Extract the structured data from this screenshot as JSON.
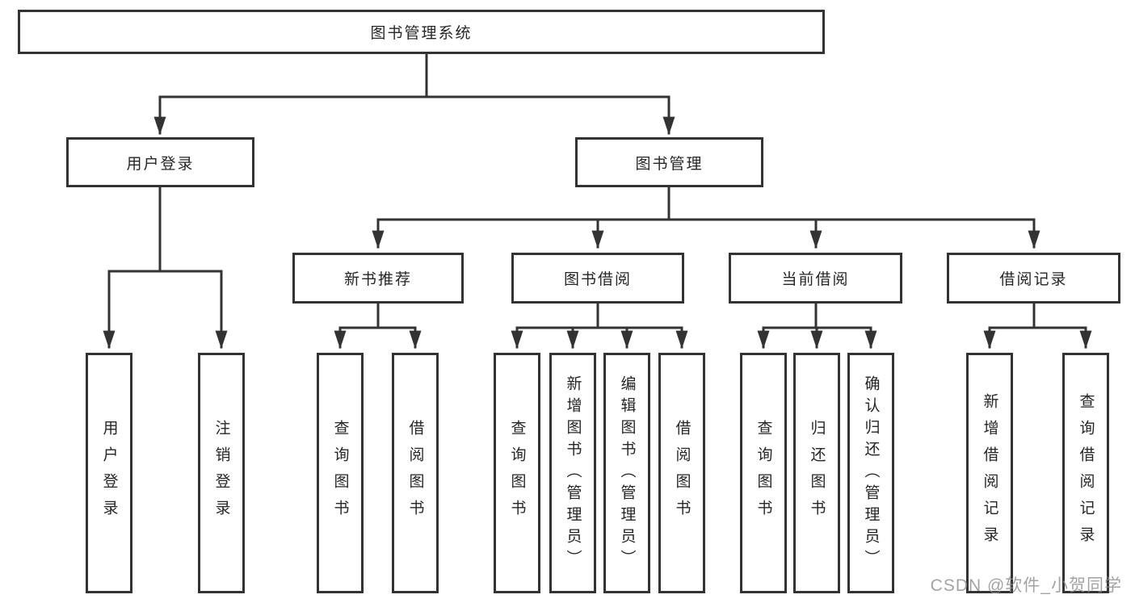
{
  "colors": {
    "background": "#ffffff",
    "line": "#333333",
    "box_border": "#333333",
    "text": "#262626",
    "watermark": "#8c8c8c"
  },
  "diagram": {
    "root": {
      "label": "图书管理系统"
    },
    "level2": [
      {
        "label": "用户登录"
      },
      {
        "label": "图书管理"
      }
    ],
    "level3": [
      {
        "label": "新书推荐"
      },
      {
        "label": "图书借阅"
      },
      {
        "label": "当前借阅"
      },
      {
        "label": "借阅记录"
      }
    ],
    "leaves": {
      "user_login": [
        "用户登录",
        "注销登录"
      ],
      "new_book_recommendation": [
        "查询图书",
        "借阅图书"
      ],
      "book_borrowing": [
        "查询图书",
        "新增图书（管理员）",
        "编辑图书（管理员）",
        "借阅图书"
      ],
      "current_borrowing": [
        "查询图书",
        "归还图书",
        "确认归还（管理员）"
      ],
      "borrowing_records": [
        "新增借阅记录",
        "查询借阅记录"
      ]
    }
  },
  "watermark": {
    "text": "CSDN @软件_小贺同学"
  }
}
